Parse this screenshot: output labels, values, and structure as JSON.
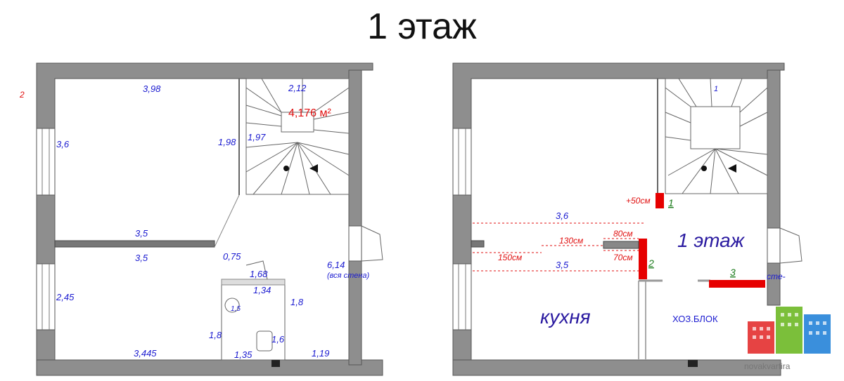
{
  "title": "1 этаж",
  "left_plan": {
    "corner_mark": "2",
    "labels": {
      "top_width": "3,98",
      "left_height": "3,6",
      "room_height": "1,98",
      "stair_width": "2,12",
      "stair_depth": "1,97",
      "stair_area": "4,176 м²",
      "partition_top": "3,5",
      "partition_bottom": "3,5",
      "corridor_gap": "0,75",
      "wc_top": "1,68",
      "wc_inner": "1,34",
      "wc_height": "1,8",
      "wc_left": "1,8",
      "wc_small": "1,6",
      "wc_bottom": "1,35",
      "right_wall": "6,14",
      "right_wall_note": "(вся стена)",
      "kitchen_height": "2,45",
      "bottom_width": "3,445",
      "bottom_right": "1,19",
      "wc_round": "1,5"
    }
  },
  "right_plan": {
    "labels": {
      "stair_mark": "1",
      "plus50": "+50см",
      "width_top": "3,6",
      "width_bottom": "3,5",
      "d150": "150см",
      "d130": "130см",
      "d80": "80см",
      "d70": "70см",
      "floor_label": "1 этаж",
      "kitchen": "кухня",
      "utility": "ХОЗ.БЛОК",
      "wall_label": "сте-",
      "mark1": "1",
      "mark2": "2",
      "mark3": "3"
    }
  },
  "watermark": "novakvartira"
}
